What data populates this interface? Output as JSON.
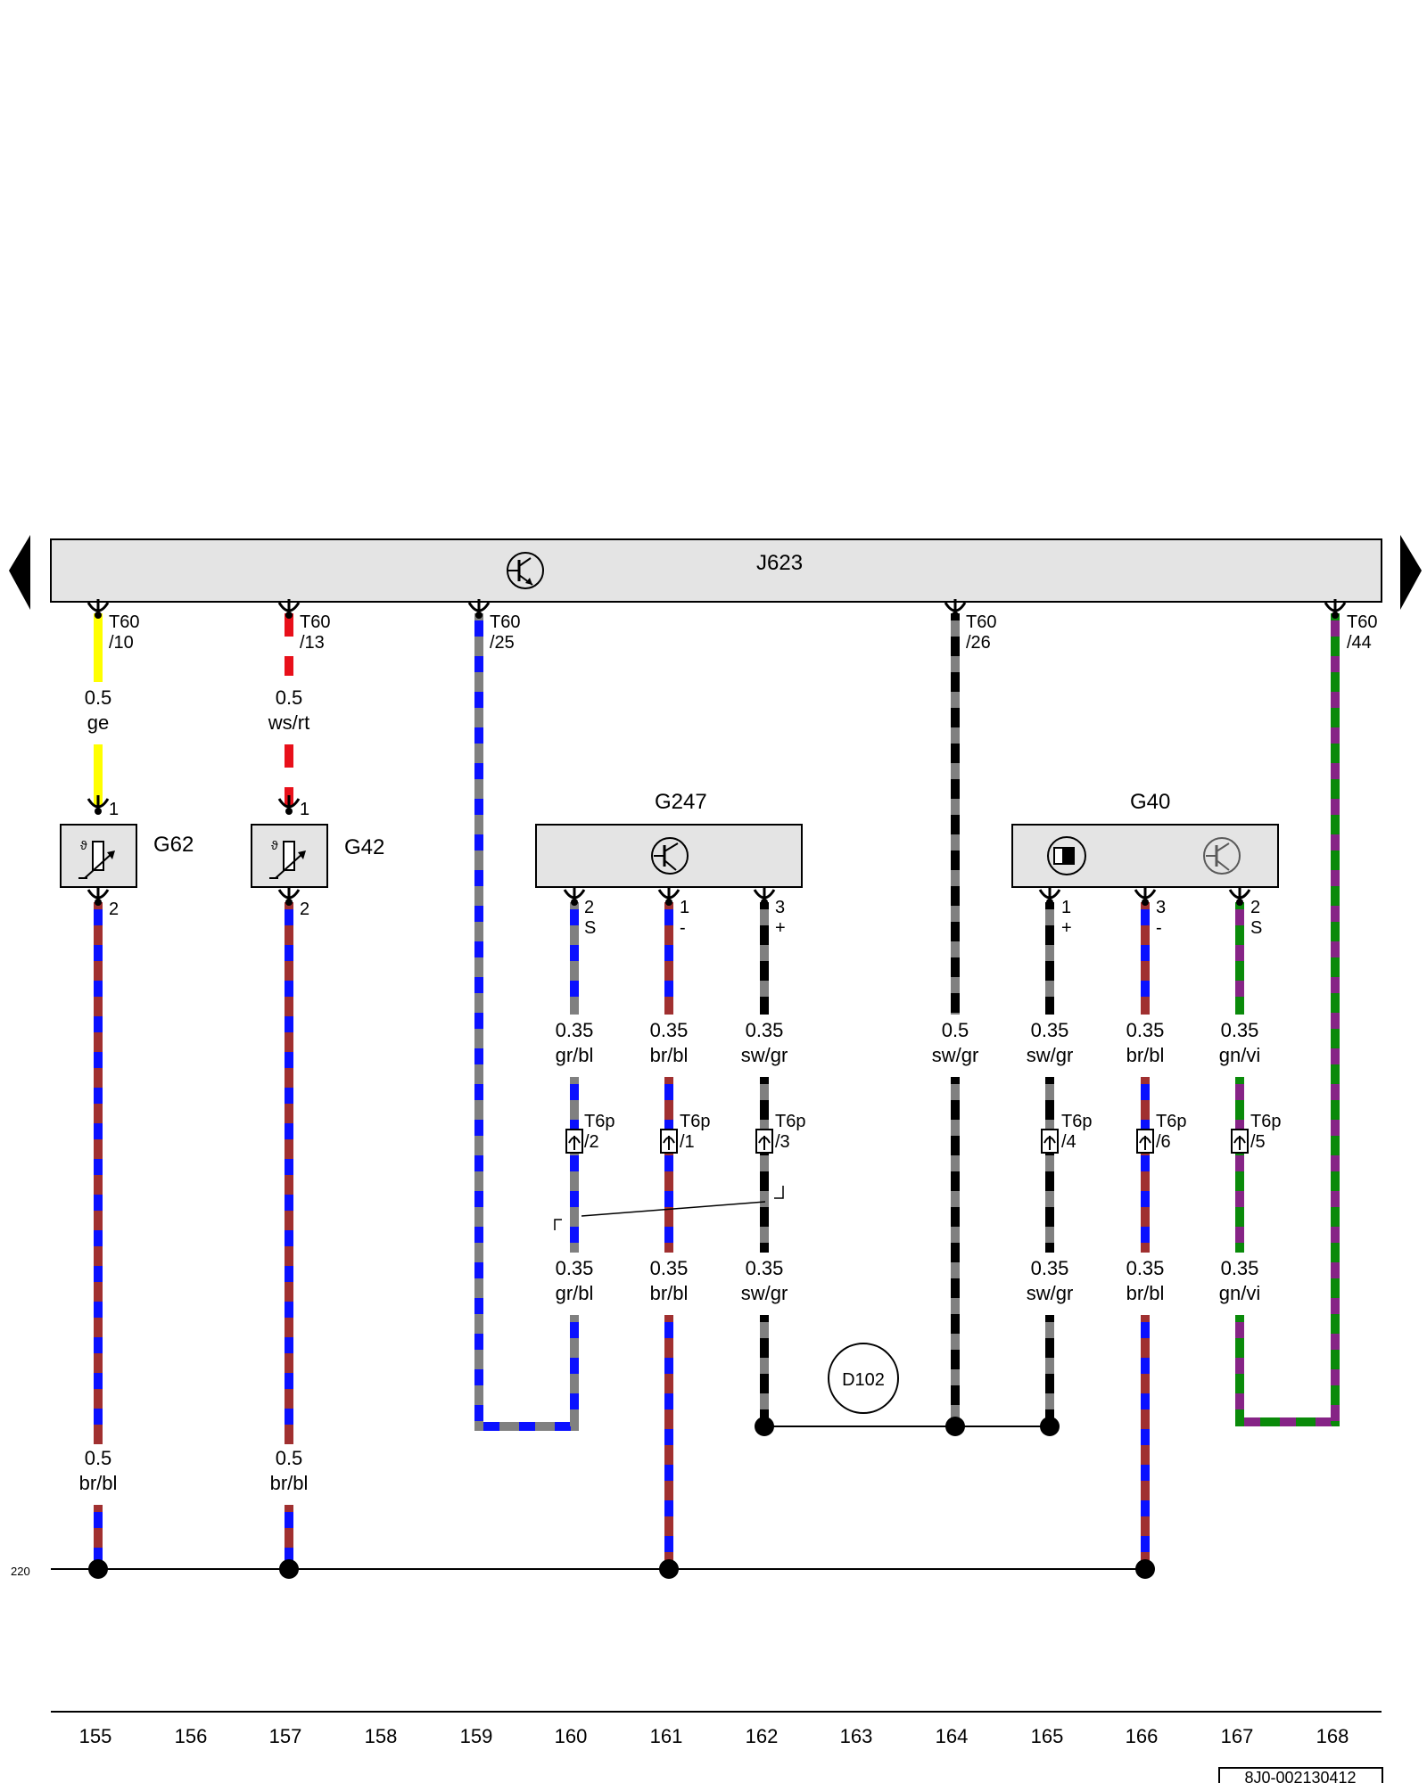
{
  "control_unit": {
    "label": "J623"
  },
  "edge_ref": "220",
  "doc_id": "8J0-002130412",
  "columns": [
    "155",
    "156",
    "157",
    "158",
    "159",
    "160",
    "161",
    "162",
    "163",
    "164",
    "165",
    "166",
    "167",
    "168"
  ],
  "pins": {
    "t60_10": {
      "a": "T60",
      "b": "/10"
    },
    "t60_13": {
      "a": "T60",
      "b": "/13"
    },
    "t60_25": {
      "a": "T60",
      "b": "/25"
    },
    "t60_26": {
      "a": "T60",
      "b": "/26"
    },
    "t60_44": {
      "a": "T60",
      "b": "/44"
    },
    "g62_1": "1",
    "g62_2": "2",
    "g42_1": "1",
    "g42_2": "2",
    "g247_p2": {
      "n": "2",
      "s": "S"
    },
    "g247_p1": {
      "n": "1",
      "s": "-"
    },
    "g247_p3": {
      "n": "3",
      "s": "+"
    },
    "g40_p1": {
      "n": "1",
      "s": "+"
    },
    "g40_p3": {
      "n": "3",
      "s": "-"
    },
    "g40_p2": {
      "n": "2",
      "s": "S"
    },
    "t6p_2": {
      "a": "T6p",
      "b": "/2"
    },
    "t6p_1": {
      "a": "T6p",
      "b": "/1"
    },
    "t6p_3": {
      "a": "T6p",
      "b": "/3"
    },
    "t6p_4": {
      "a": "T6p",
      "b": "/4"
    },
    "t6p_6": {
      "a": "T6p",
      "b": "/6"
    },
    "t6p_5": {
      "a": "T6p",
      "b": "/5"
    }
  },
  "components": {
    "g62": "G62",
    "g42": "G42",
    "g247": "G247",
    "g40": "G40",
    "d102": "D102",
    "temp_symbol": "ϑ"
  },
  "wires": {
    "w155_top": {
      "size": "0.5",
      "color": "ge"
    },
    "w157_top": {
      "size": "0.5",
      "color": "ws/rt"
    },
    "w155_bot": {
      "size": "0.5",
      "color": "br/bl"
    },
    "w157_bot": {
      "size": "0.5",
      "color": "br/bl"
    },
    "w160_a": {
      "size": "0.35",
      "color": "gr/bl"
    },
    "w161_a": {
      "size": "0.35",
      "color": "br/bl"
    },
    "w162_a": {
      "size": "0.35",
      "color": "sw/gr"
    },
    "w164": {
      "size": "0.5",
      "color": "sw/gr"
    },
    "w165_a": {
      "size": "0.35",
      "color": "sw/gr"
    },
    "w166_a": {
      "size": "0.35",
      "color": "br/bl"
    },
    "w167_a": {
      "size": "0.35",
      "color": "gn/vi"
    },
    "w160_b": {
      "size": "0.35",
      "color": "gr/bl"
    },
    "w161_b": {
      "size": "0.35",
      "color": "br/bl"
    },
    "w162_b": {
      "size": "0.35",
      "color": "sw/gr"
    },
    "w165_b": {
      "size": "0.35",
      "color": "sw/gr"
    },
    "w166_b": {
      "size": "0.35",
      "color": "br/bl"
    },
    "w167_b": {
      "size": "0.35",
      "color": "gn/vi"
    }
  },
  "colors": {
    "yellow": "#ffff00",
    "red": "#e8101a",
    "white": "#ffffff",
    "blue": "#0a10ff",
    "grey": "#808080",
    "brown": "#a03030",
    "black": "#000000",
    "green": "#0a8a0a",
    "violet": "#862486",
    "component_fill": "#e4e4e4"
  }
}
